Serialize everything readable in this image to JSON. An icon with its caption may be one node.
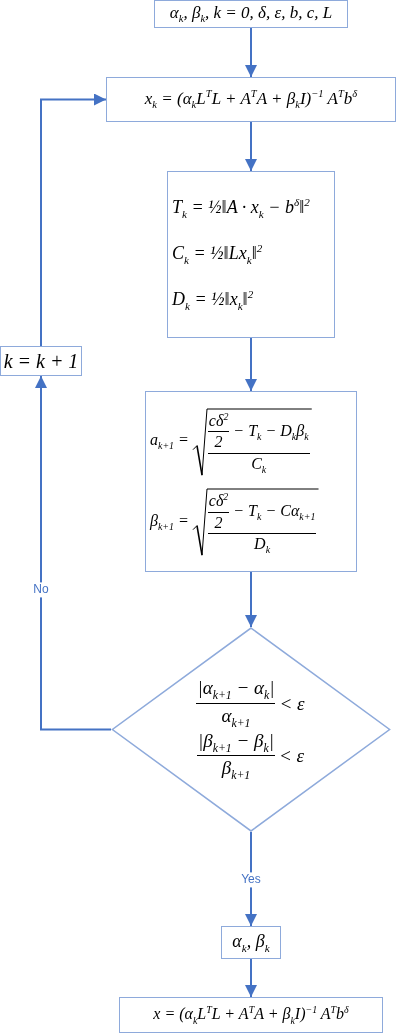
{
  "diagram": {
    "nodes": [
      {
        "text": [
          "α$_{k}$, β$_{k}$, k = 0, δ, ε, b, c, L"
        ]
      },
      {
        "text": [
          "x$_{k}$ = (α$_{k}$L$^{T}$L + A$^{T}$A + β$_{k}$I)$^{−1}$ A$^{T}$b$^{δ}$"
        ]
      },
      {
        "text": [
          "T$_{k}$ = ½‖A · x$_{k}$ − b$^{δ}$‖$^{2}$",
          "C$_{k}$ = ½‖Lx$_{k}$‖$^{2}$",
          "D$_{k}$ = ½‖x$_{k}$‖$^{2}$"
        ]
      },
      {
        "text": [
          "a$_{k+1}$ =",
          "cδ$^{2}$",
          "2",
          "− T$_{k}$ − D$_{k}$β$_{k}$",
          "C$_{k}$",
          "β$_{k+1}$ =",
          "cδ$^{2}$",
          "2",
          "− T$_{k}$ − Cα$_{k+1}$",
          "D$_{k}$"
        ]
      },
      {
        "text": [
          "|α$_{k+1}$ − α$_{k}$|",
          "α$_{k+1}$",
          "< ε",
          "|β$_{k+1}$ − β$_{k}$|",
          "β$_{k+1}$",
          "< ε"
        ]
      },
      {
        "text": [
          "α$_{k}$, β$_{k}$"
        ]
      },
      {
        "text": [
          "x = (α$_{k}$L$^{T}$L + A$^{T}$A + β$_{k}$I)$^{−1}$ A$^{T}$b$^{δ}$"
        ]
      },
      {
        "text": [
          "k = k + 1"
        ]
      }
    ],
    "edges": [
      {
        "from": 0,
        "to": 1,
        "arrow": "to"
      },
      {
        "from": 1,
        "to": 2,
        "arrow": "to"
      },
      {
        "from": 2,
        "to": 3,
        "arrow": "to"
      },
      {
        "from": 3,
        "to": 4,
        "arrow": "to"
      },
      {
        "from": 4,
        "to": 5,
        "arrow": "to",
        "label": "Yes"
      },
      {
        "from": 5,
        "to": 6,
        "arrow": "to"
      },
      {
        "from": 4,
        "to": 7,
        "arrow": "to",
        "label": "No"
      },
      {
        "from": 7,
        "to": 1,
        "arrow": "to"
      }
    ]
  }
}
